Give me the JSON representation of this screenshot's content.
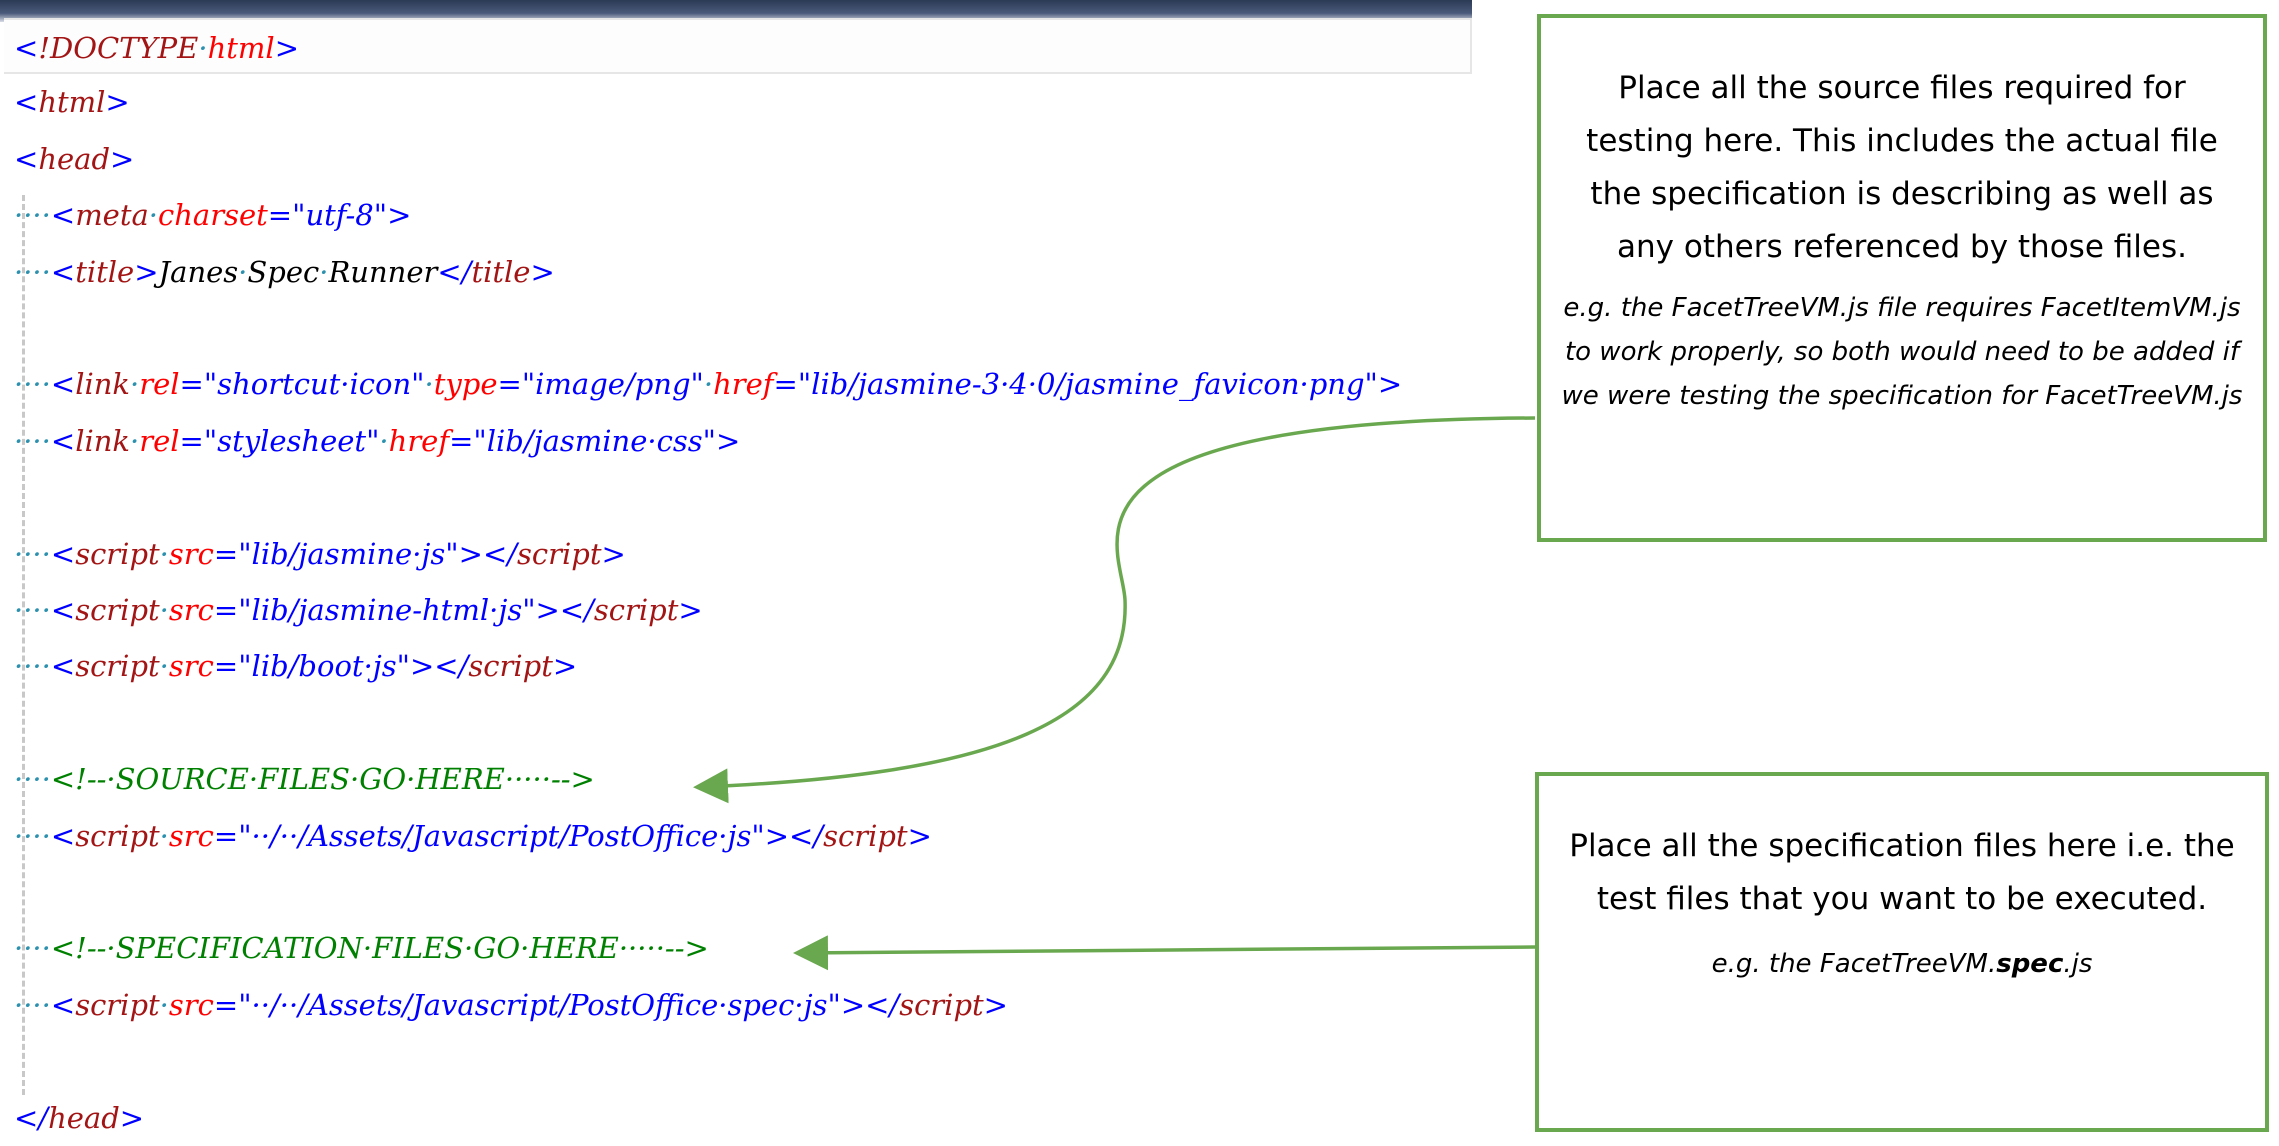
{
  "colors": {
    "whitespace_dots": "#2b91af",
    "punctuation": "#0000ff",
    "tag_name": "#a31515",
    "attribute": "#ff0000",
    "string": "#0000ff",
    "text": "#000000",
    "comment": "#008000",
    "callout_border": "#6aa84f",
    "arrow": "#6aa84f"
  },
  "code_lines": [
    [
      {
        "t": "punc",
        "v": "<"
      },
      {
        "t": "tag",
        "v": "!DOCTYPE"
      },
      {
        "t": "ws",
        "v": "·"
      },
      {
        "t": "attr",
        "v": "html"
      },
      {
        "t": "punc",
        "v": ">"
      }
    ],
    [
      {
        "t": "punc",
        "v": "<"
      },
      {
        "t": "tag",
        "v": "html"
      },
      {
        "t": "punc",
        "v": ">"
      }
    ],
    [
      {
        "t": "punc",
        "v": "<"
      },
      {
        "t": "tag",
        "v": "head"
      },
      {
        "t": "punc",
        "v": ">"
      }
    ],
    [
      {
        "t": "ws",
        "v": "····"
      },
      {
        "t": "punc",
        "v": "<"
      },
      {
        "t": "tag",
        "v": "meta"
      },
      {
        "t": "ws",
        "v": "·"
      },
      {
        "t": "attr",
        "v": "charset"
      },
      {
        "t": "punc",
        "v": "="
      },
      {
        "t": "str",
        "v": "\"utf-8\""
      },
      {
        "t": "punc",
        "v": ">"
      }
    ],
    [
      {
        "t": "ws",
        "v": "····"
      },
      {
        "t": "punc",
        "v": "<"
      },
      {
        "t": "tag",
        "v": "title"
      },
      {
        "t": "punc",
        "v": ">"
      },
      {
        "t": "text",
        "v": "Janes"
      },
      {
        "t": "ws",
        "v": "·"
      },
      {
        "t": "text",
        "v": "Spec"
      },
      {
        "t": "ws",
        "v": "·"
      },
      {
        "t": "text",
        "v": "Runner"
      },
      {
        "t": "punc",
        "v": "</"
      },
      {
        "t": "tag",
        "v": "title"
      },
      {
        "t": "punc",
        "v": ">"
      }
    ],
    [],
    [
      {
        "t": "ws",
        "v": "····"
      },
      {
        "t": "punc",
        "v": "<"
      },
      {
        "t": "tag",
        "v": "link"
      },
      {
        "t": "ws",
        "v": "·"
      },
      {
        "t": "attr",
        "v": "rel"
      },
      {
        "t": "punc",
        "v": "="
      },
      {
        "t": "str",
        "v": "\"shortcut·icon\""
      },
      {
        "t": "ws",
        "v": "·"
      },
      {
        "t": "attr",
        "v": "type"
      },
      {
        "t": "punc",
        "v": "="
      },
      {
        "t": "str",
        "v": "\"image/png\""
      },
      {
        "t": "ws",
        "v": "·"
      },
      {
        "t": "attr",
        "v": "href"
      },
      {
        "t": "punc",
        "v": "="
      },
      {
        "t": "str",
        "v": "\"lib/jasmine-3·4·0/jasmine_favicon·png\""
      },
      {
        "t": "punc",
        "v": ">"
      }
    ],
    [
      {
        "t": "ws",
        "v": "····"
      },
      {
        "t": "punc",
        "v": "<"
      },
      {
        "t": "tag",
        "v": "link"
      },
      {
        "t": "ws",
        "v": "·"
      },
      {
        "t": "attr",
        "v": "rel"
      },
      {
        "t": "punc",
        "v": "="
      },
      {
        "t": "str",
        "v": "\"stylesheet\""
      },
      {
        "t": "ws",
        "v": "·"
      },
      {
        "t": "attr",
        "v": "href"
      },
      {
        "t": "punc",
        "v": "="
      },
      {
        "t": "str",
        "v": "\"lib/jasmine·css\""
      },
      {
        "t": "punc",
        "v": ">"
      }
    ],
    [],
    [
      {
        "t": "ws",
        "v": "····"
      },
      {
        "t": "punc",
        "v": "<"
      },
      {
        "t": "tag",
        "v": "script"
      },
      {
        "t": "ws",
        "v": "·"
      },
      {
        "t": "attr",
        "v": "src"
      },
      {
        "t": "punc",
        "v": "="
      },
      {
        "t": "str",
        "v": "\"lib/jasmine·js\""
      },
      {
        "t": "punc",
        "v": "></"
      },
      {
        "t": "tag",
        "v": "script"
      },
      {
        "t": "punc",
        "v": ">"
      }
    ],
    [
      {
        "t": "ws",
        "v": "····"
      },
      {
        "t": "punc",
        "v": "<"
      },
      {
        "t": "tag",
        "v": "script"
      },
      {
        "t": "ws",
        "v": "·"
      },
      {
        "t": "attr",
        "v": "src"
      },
      {
        "t": "punc",
        "v": "="
      },
      {
        "t": "str",
        "v": "\"lib/jasmine-html·js\""
      },
      {
        "t": "punc",
        "v": "></"
      },
      {
        "t": "tag",
        "v": "script"
      },
      {
        "t": "punc",
        "v": ">"
      }
    ],
    [
      {
        "t": "ws",
        "v": "····"
      },
      {
        "t": "punc",
        "v": "<"
      },
      {
        "t": "tag",
        "v": "script"
      },
      {
        "t": "ws",
        "v": "·"
      },
      {
        "t": "attr",
        "v": "src"
      },
      {
        "t": "punc",
        "v": "="
      },
      {
        "t": "str",
        "v": "\"lib/boot·js\""
      },
      {
        "t": "punc",
        "v": "></"
      },
      {
        "t": "tag",
        "v": "script"
      },
      {
        "t": "punc",
        "v": ">"
      }
    ],
    [],
    [
      {
        "t": "ws",
        "v": "····"
      },
      {
        "t": "comment",
        "v": "<!--·SOURCE·FILES·GO·HERE·····-->"
      }
    ],
    [
      {
        "t": "ws",
        "v": "····"
      },
      {
        "t": "punc",
        "v": "<"
      },
      {
        "t": "tag",
        "v": "script"
      },
      {
        "t": "ws",
        "v": "·"
      },
      {
        "t": "attr",
        "v": "src"
      },
      {
        "t": "punc",
        "v": "="
      },
      {
        "t": "str",
        "v": "\"··/··/Assets/Javascript/PostOffice·js\""
      },
      {
        "t": "punc",
        "v": "></"
      },
      {
        "t": "tag",
        "v": "script"
      },
      {
        "t": "punc",
        "v": ">"
      }
    ],
    [],
    [
      {
        "t": "ws",
        "v": "····"
      },
      {
        "t": "comment",
        "v": "<!--·SPECIFICATION·FILES·GO·HERE·····-->"
      }
    ],
    [
      {
        "t": "ws",
        "v": "····"
      },
      {
        "t": "punc",
        "v": "<"
      },
      {
        "t": "tag",
        "v": "script"
      },
      {
        "t": "ws",
        "v": "·"
      },
      {
        "t": "attr",
        "v": "src"
      },
      {
        "t": "punc",
        "v": "="
      },
      {
        "t": "str",
        "v": "\"··/··/Assets/Javascript/PostOffice·spec·js\""
      },
      {
        "t": "punc",
        "v": "></"
      },
      {
        "t": "tag",
        "v": "script"
      },
      {
        "t": "punc",
        "v": ">"
      }
    ],
    [],
    [
      {
        "t": "punc",
        "v": "</"
      },
      {
        "t": "tag",
        "v": "head"
      },
      {
        "t": "punc",
        "v": ">"
      }
    ]
  ],
  "callouts": {
    "source": {
      "main": "Place all the source files required for testing here. This includes the actual file the specification is describing as well as any others referenced by those files.",
      "example": "e.g. the FacetTreeVM.js file requires FacetItemVM.js to work properly, so both would need to be added if we were testing the specification for FacetTreeVM.js"
    },
    "spec": {
      "main": "Place all the specification files here i.e. the test files that you want to be executed.",
      "example_before": "e.g. the FacetTreeVM.",
      "example_bold": "spec",
      "example_after": ".js"
    }
  }
}
